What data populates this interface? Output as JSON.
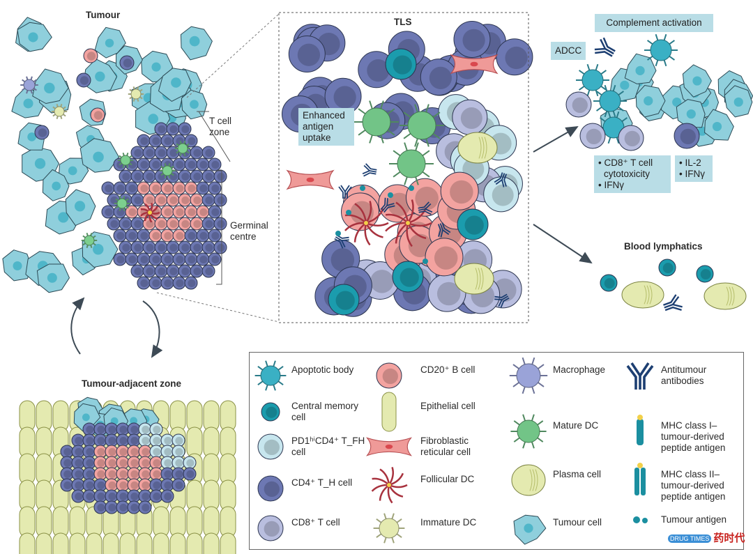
{
  "titles": {
    "tumour": "Tumour",
    "tls": "TLS",
    "adjacent": "Tumour-adjacent zone",
    "blood": "Blood lymphatics"
  },
  "zones": {
    "tcell": "T cell zone",
    "germinal": "Germinal centre"
  },
  "tls_box": {
    "uptake": "Enhanced antigen uptake"
  },
  "effects": {
    "complement": "Complement activation",
    "adcc": "ADCC",
    "cd8_lines": [
      "• CD8⁺ T cell",
      "cytotoxicity",
      "• IFNγ"
    ],
    "il2_lines": [
      "• IL-2",
      "• IFNγ"
    ]
  },
  "legend": [
    {
      "icon": "apoptotic-body",
      "label": "Apoptotic body"
    },
    {
      "icon": "central-memory-cell",
      "label": "Central memory cell"
    },
    {
      "icon": "tfh-cell",
      "label": "PD1ʰⁱCD4⁺ T_FH cell"
    },
    {
      "icon": "cd4-th-cell",
      "label": "CD4⁺ T_H cell"
    },
    {
      "icon": "cd8-t-cell",
      "label": "CD8⁺ T cell"
    },
    {
      "icon": "b-cell",
      "label": "CD20⁺ B cell"
    },
    {
      "icon": "epithelial-cell",
      "label": "Epithelial cell"
    },
    {
      "icon": "fibroblastic-reticular-cell",
      "label": "Fibroblastic reticular cell"
    },
    {
      "icon": "follicular-dc",
      "label": "Follicular DC"
    },
    {
      "icon": "immature-dc",
      "label": "Immature DC"
    },
    {
      "icon": "macrophage",
      "label": "Macrophage"
    },
    {
      "icon": "mature-dc",
      "label": "Mature DC"
    },
    {
      "icon": "plasma-cell",
      "label": "Plasma cell"
    },
    {
      "icon": "tumour-cell",
      "label": "Tumour cell"
    },
    {
      "icon": "antibody",
      "label": "Antitumour antibodies"
    },
    {
      "icon": "mhc-class-i",
      "label": "MHC class I–tumour-derived peptide antigen"
    },
    {
      "icon": "mhc-class-ii",
      "label": "MHC class II–tumour-derived peptide antigen"
    },
    {
      "icon": "tumour-antigen",
      "label": "Tumour antigen"
    }
  ],
  "watermark": {
    "brand": "DRUG TIMES",
    "cn": "药时代"
  },
  "colors": {
    "tumour": "#8fcfdc",
    "cd4": "#6d78b3",
    "cd8": "#b9bedf",
    "bcell": "#f3a3a0",
    "tfh": "#c7e6ee",
    "memory": "#1b9cad",
    "epithelial": "#e4eab0",
    "antibody": "#1d3f72",
    "box": "#b9dde6"
  }
}
